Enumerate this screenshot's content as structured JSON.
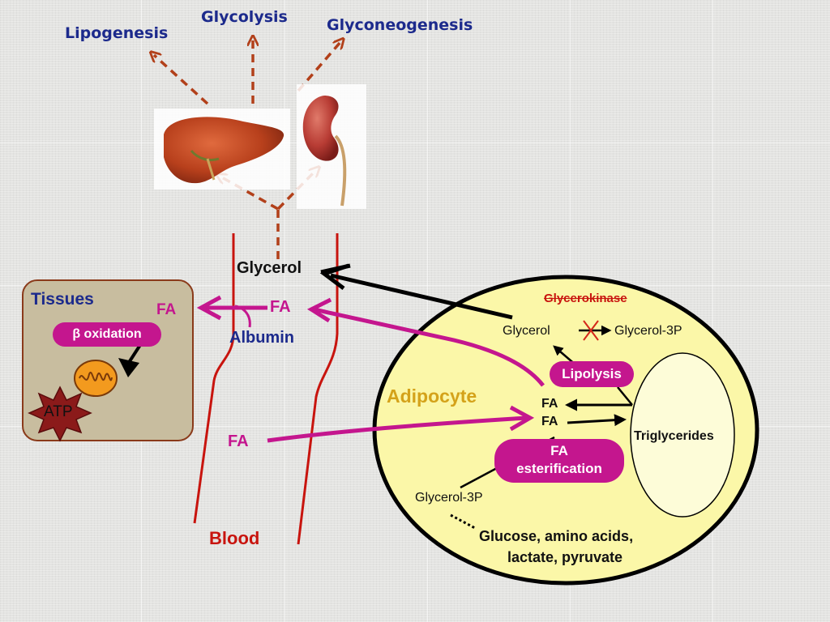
{
  "top": {
    "lipogenesis": "Lipogenesis",
    "glycolysis": "Glycolysis",
    "glyconeogenesis": "Glyconeogenesis"
  },
  "blood": {
    "glycerol": "Glycerol",
    "fa_top": "FA",
    "albumin": "Albumin",
    "fa_bottom": "FA",
    "label": "Blood"
  },
  "tissues": {
    "title": "Tissues",
    "fa": "FA",
    "beta_symbol": "β",
    "beta_oxidation": "oxidation",
    "atp": "ATP"
  },
  "adipocyte": {
    "title": "Adipocyte",
    "glycerokinase": "Glycerokinase",
    "glycerol": "Glycerol",
    "glycerol_3p_top": "Glycerol-3P",
    "lipolysis": "Lipolysis",
    "fa_1": "FA",
    "fa_2": "FA",
    "triglycerides": "Triglycerides",
    "fa_esterification_line1": "FA",
    "fa_esterification_line2": "esterification",
    "glycerol_3p_bottom": "Glycerol-3P",
    "sources_line1": "Glucose, amino acids,",
    "sources_line2": "lactate, pyruvate"
  },
  "colors": {
    "navy": "#1c2a8c",
    "magenta": "#c4168e",
    "blood_red": "#c8140e",
    "organ_arrow": "#b2401a",
    "adipocyte_fill": "#fbf7a8",
    "tissue_box": "#c8bd9f"
  }
}
